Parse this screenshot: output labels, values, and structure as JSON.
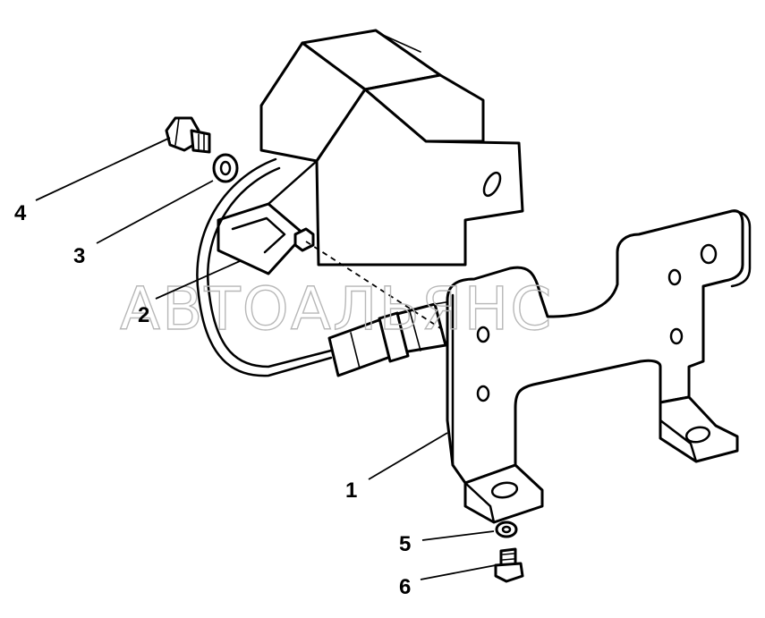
{
  "watermark": {
    "text": "АВТОАЛЬЯНС"
  },
  "callouts": [
    {
      "id": "1",
      "label": "1"
    },
    {
      "id": "2",
      "label": "2"
    },
    {
      "id": "3",
      "label": "3"
    },
    {
      "id": "4",
      "label": "4"
    },
    {
      "id": "5",
      "label": "5"
    },
    {
      "id": "6",
      "label": "6"
    }
  ]
}
